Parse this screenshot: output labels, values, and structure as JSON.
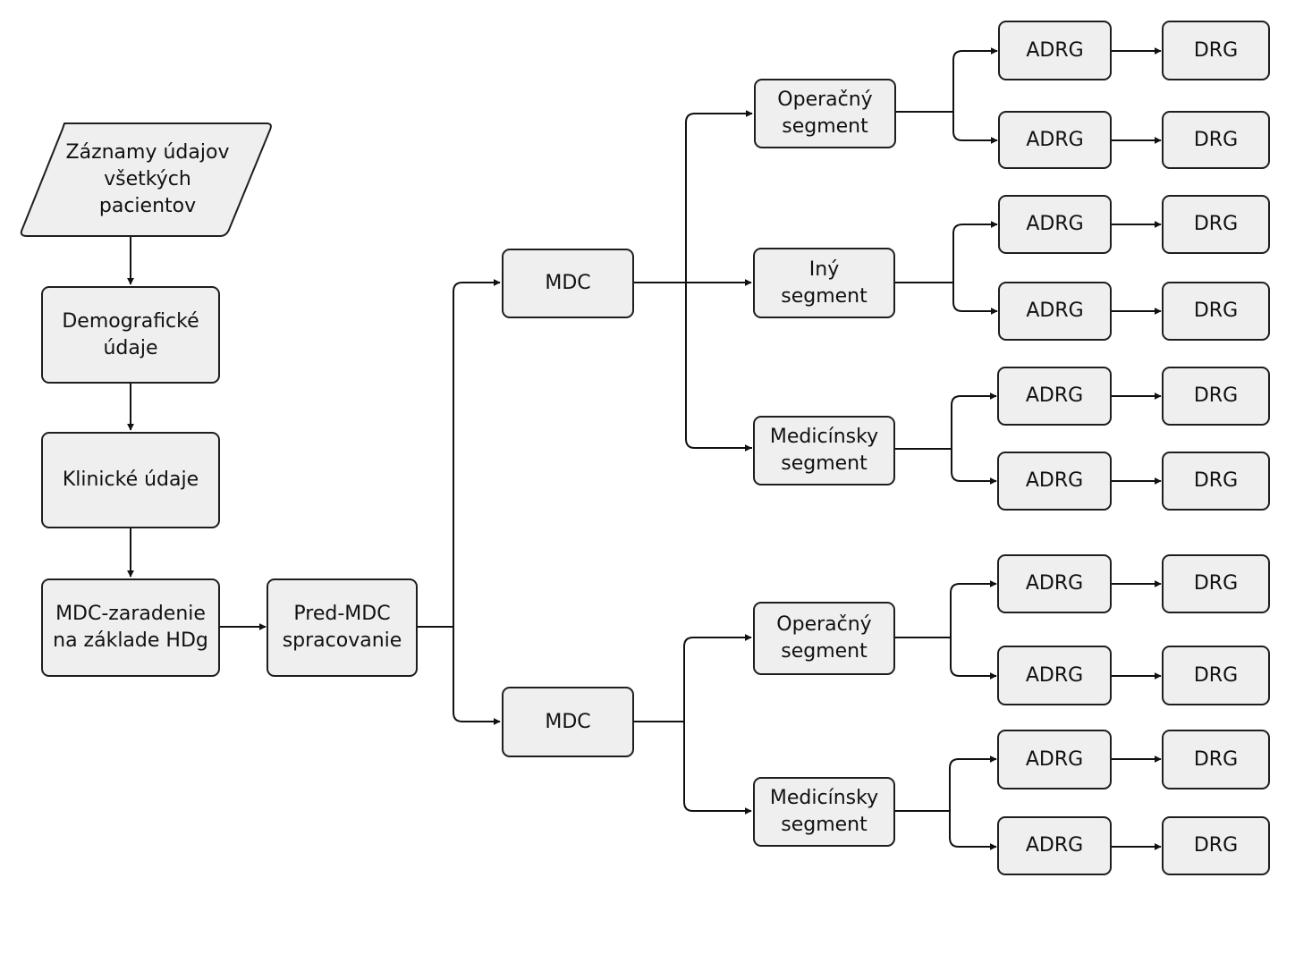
{
  "flow": {
    "input": {
      "line1": "Záznamy údajov",
      "line2": "všetkých",
      "line3": "pacientov"
    },
    "demographic": {
      "line1": "Demografické",
      "line2": "údaje"
    },
    "clinical": {
      "line1": "Klinické údaje"
    },
    "mdc_assignment": {
      "line1": "MDC-zaradenie",
      "line2": "na základe HDg"
    },
    "pre_mdc": {
      "line1": "Pred-MDC",
      "line2": "spracovanie"
    }
  },
  "mdc_top": {
    "label": "MDC",
    "segments": [
      {
        "line1": "Operačný",
        "line2": "segment",
        "adrg": [
          "ADRG",
          "ADRG"
        ],
        "drg": [
          "DRG",
          "DRG"
        ]
      },
      {
        "line1": "Iný",
        "line2": "segment",
        "adrg": [
          "ADRG",
          "ADRG"
        ],
        "drg": [
          "DRG",
          "DRG"
        ]
      },
      {
        "line1": "Medicínsky",
        "line2": "segment",
        "adrg": [
          "ADRG",
          "ADRG"
        ],
        "drg": [
          "DRG",
          "DRG"
        ]
      }
    ]
  },
  "mdc_bottom": {
    "label": "MDC",
    "segments": [
      {
        "line1": "Operačný",
        "line2": "segment",
        "adrg": [
          "ADRG",
          "ADRG"
        ],
        "drg": [
          "DRG",
          "DRG"
        ]
      },
      {
        "line1": "Medicínsky",
        "line2": "segment",
        "adrg": [
          "ADRG",
          "ADRG"
        ],
        "drg": [
          "DRG",
          "DRG"
        ]
      }
    ]
  }
}
